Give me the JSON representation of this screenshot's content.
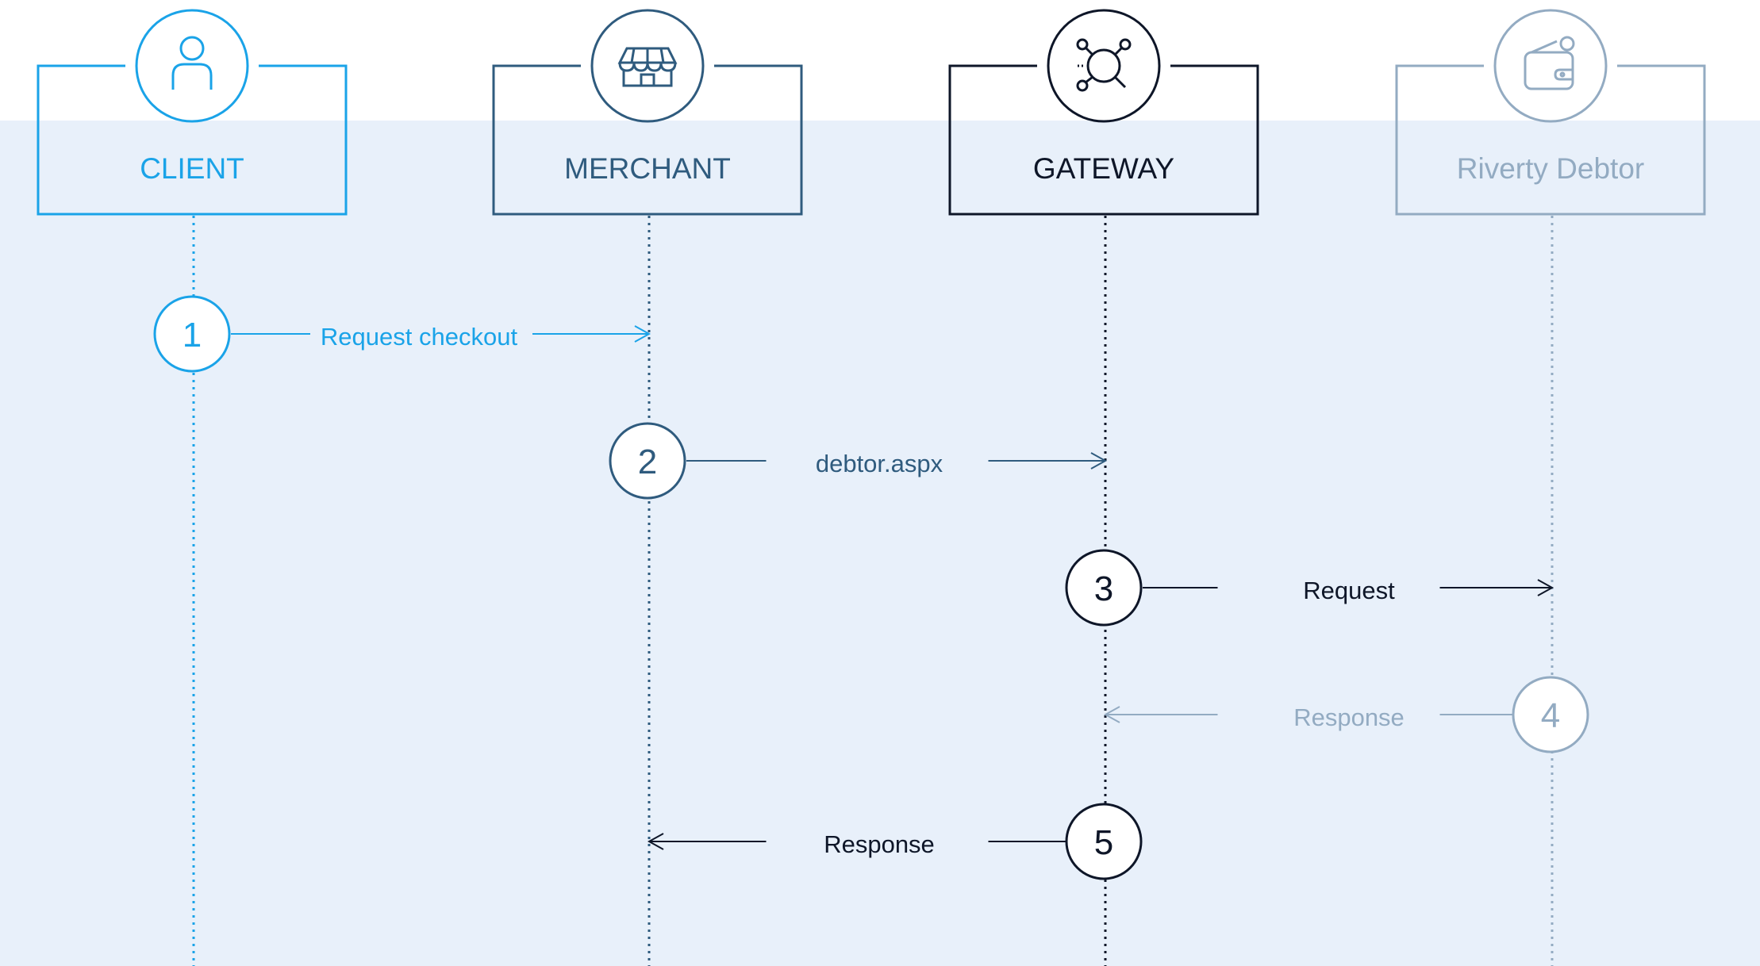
{
  "actors": [
    {
      "id": "client",
      "label": "CLIENT",
      "color": "#1aa3e8",
      "icon": "person-icon"
    },
    {
      "id": "merchant",
      "label": "MERCHANT",
      "color": "#2f5b7e",
      "icon": "storefront-icon"
    },
    {
      "id": "gateway",
      "label": "GATEWAY",
      "color": "#0e1628",
      "icon": "network-hub-icon"
    },
    {
      "id": "debtor",
      "label": "Riverty Debtor",
      "color": "#93abc2",
      "icon": "wallet-icon"
    }
  ],
  "steps": [
    {
      "number": "1",
      "label": "Request checkout",
      "from": "client",
      "to": "merchant",
      "color": "#1aa3e8"
    },
    {
      "number": "2",
      "label": "debtor.aspx",
      "from": "merchant",
      "to": "gateway",
      "color": "#2f5b7e"
    },
    {
      "number": "3",
      "label": "Request",
      "from": "gateway",
      "to": "debtor",
      "color": "#0e1628"
    },
    {
      "number": "4",
      "label": "Response",
      "from": "debtor",
      "to": "gateway",
      "color": "#93abc2"
    },
    {
      "number": "5",
      "label": "Response",
      "from": "gateway",
      "to": "merchant",
      "color": "#0e1628"
    }
  ],
  "colors": {
    "background_band": "#e8f0fa",
    "page": "#ffffff"
  }
}
